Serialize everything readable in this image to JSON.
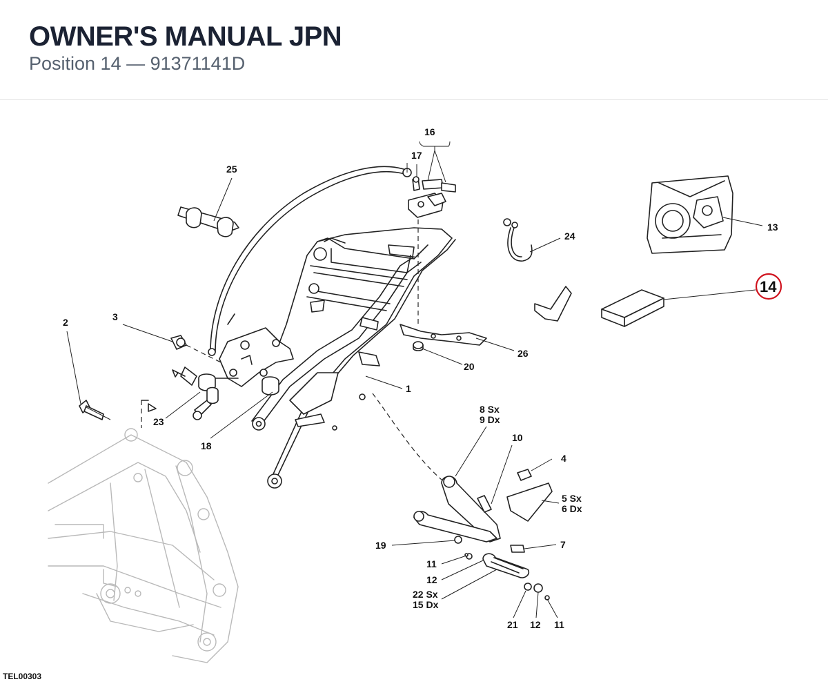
{
  "header": {
    "title": "OWNER'S MANUAL JPN",
    "subtitle": "Position 14 — 91371141D"
  },
  "diagram": {
    "code": "TEL00303",
    "highlight_color": "#d0131e",
    "callouts": {
      "c1": "1",
      "c2": "2",
      "c3": "3",
      "c4": "4",
      "c5": "5 Sx",
      "c6": "6 Dx",
      "c7": "7",
      "c8": "8 Sx",
      "c9": "9 Dx",
      "c10": "10",
      "c11a": "11",
      "c11b": "11",
      "c12a": "12",
      "c12b": "12",
      "c13": "13",
      "c14": "14",
      "c15": "15 Dx",
      "c16": "16",
      "c17": "17",
      "c18": "18",
      "c19": "19",
      "c20": "20",
      "c21": "21",
      "c22": "22 Sx",
      "c23": "23",
      "c24": "24",
      "c25": "25",
      "c26": "26"
    }
  }
}
